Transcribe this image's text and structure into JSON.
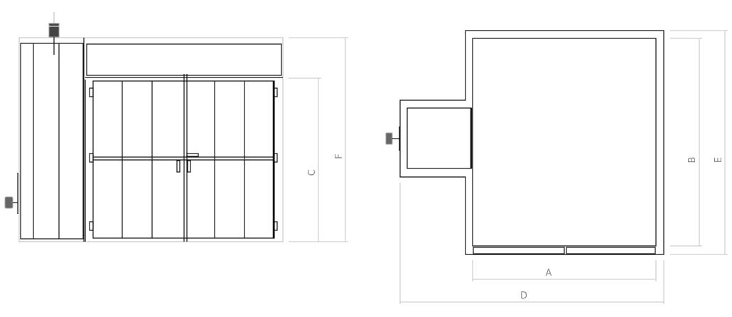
{
  "elevation_view": {
    "dimensions": [
      {
        "label": "C"
      },
      {
        "label": "F"
      }
    ]
  },
  "plan_view": {
    "dimensions": [
      {
        "label": "A"
      },
      {
        "label": "B"
      },
      {
        "label": "D"
      },
      {
        "label": "E"
      }
    ]
  },
  "colors": {
    "line": "#111111",
    "dimension": "#c4c4c4",
    "handle": "#666666"
  }
}
